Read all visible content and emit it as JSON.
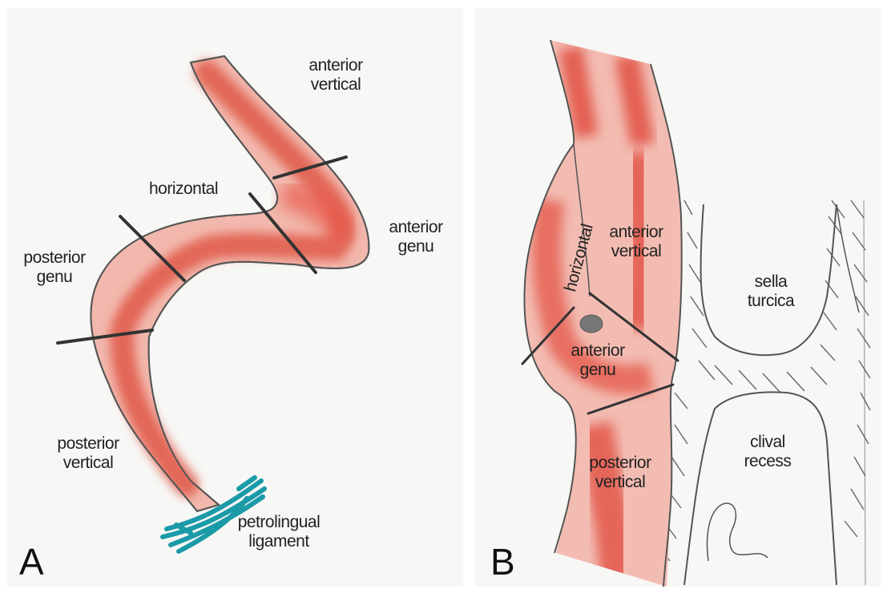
{
  "panel_a": {
    "letter": "A",
    "labels": {
      "anterior_vertical": [
        "anterior",
        "vertical"
      ],
      "horizontal": [
        "horizontal"
      ],
      "anterior_genu": [
        "anterior",
        "genu"
      ],
      "posterior_genu": [
        "posterior",
        "genu"
      ],
      "posterior_vertical": [
        "posterior",
        "vertical"
      ],
      "petrolingual_ligament": [
        "petrolingual",
        "ligament"
      ]
    }
  },
  "panel_b": {
    "letter": "B",
    "labels": {
      "horizontal": [
        "horizontal"
      ],
      "anterior_vertical": [
        "anterior",
        "vertical"
      ],
      "sella_turcica": [
        "sella",
        "turcica"
      ],
      "anterior_genu": [
        "anterior",
        "genu"
      ],
      "clival_recess": [
        "clival",
        "recess"
      ],
      "posterior_vertical": [
        "posterior",
        "vertical"
      ]
    }
  },
  "colors": {
    "vessel": "#e06a5a",
    "vessel_light": "#f4c2b8",
    "outline": "#555555",
    "segment_line": "#333333",
    "ligament": "#1b9aa8",
    "hatch": "#666666"
  }
}
